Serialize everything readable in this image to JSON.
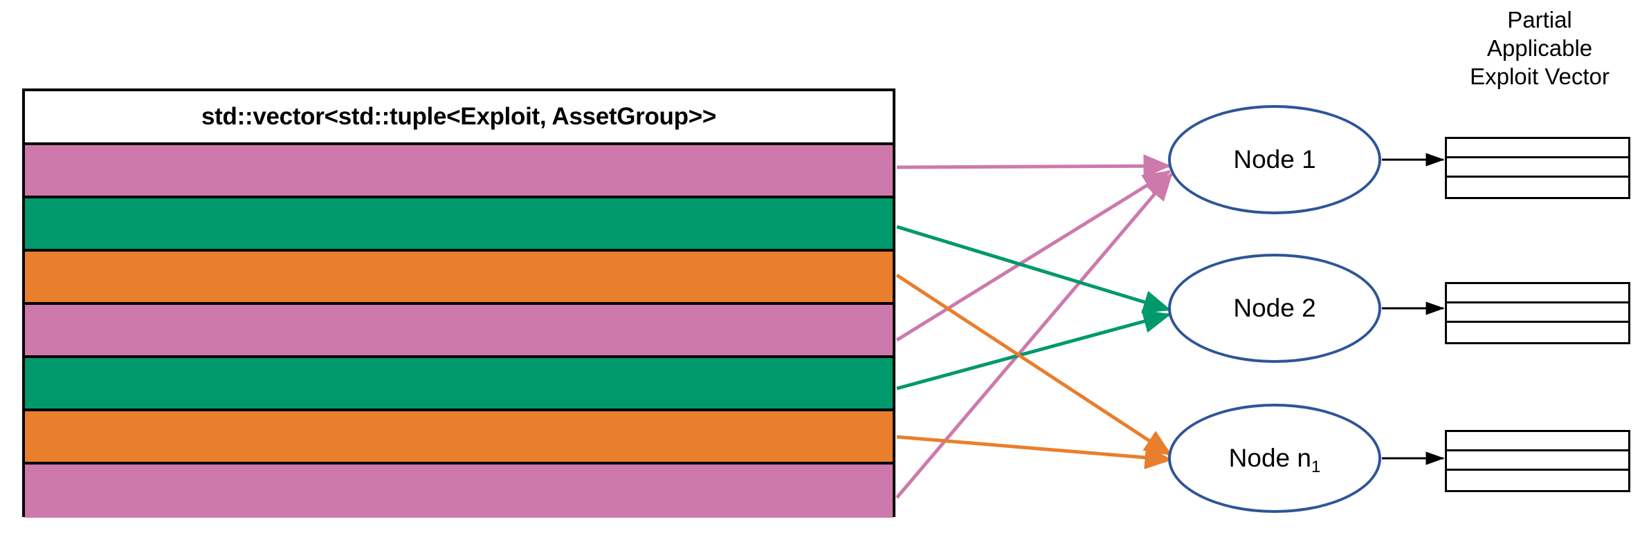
{
  "diagram": {
    "title_text": "std::vector<std::tuple<Exploit, AssetGroup>>",
    "vector_table": {
      "header_label": "std::vector<std::tuple<Exploit, AssetGroup>>",
      "rows": [
        {
          "index": 1,
          "color": "#CD79AC",
          "group": "pink",
          "target_node": "Node 1"
        },
        {
          "index": 2,
          "color": "#00996B",
          "group": "green",
          "target_node": "Node 2"
        },
        {
          "index": 3,
          "color": "#E97E2D",
          "group": "orange",
          "target_node": "Node n1"
        },
        {
          "index": 4,
          "color": "#CD79AC",
          "group": "pink",
          "target_node": "Node 1"
        },
        {
          "index": 5,
          "color": "#00996B",
          "group": "green",
          "target_node": "Node 2"
        },
        {
          "index": 6,
          "color": "#E97E2D",
          "group": "orange",
          "target_node": "Node n1"
        },
        {
          "index": 7,
          "color": "#CD79AC",
          "group": "pink",
          "target_node": "Node 1"
        }
      ]
    },
    "nodes": [
      {
        "id": "node-1",
        "label": "Node 1",
        "label_main": "Node 1",
        "subscript": ""
      },
      {
        "id": "node-2",
        "label": "Node 2",
        "label_main": "Node 2",
        "subscript": ""
      },
      {
        "id": "node-n1",
        "label": "Node n1",
        "label_main": "Node n",
        "subscript": "1"
      }
    ],
    "partial_vector": {
      "title_line_1": "Partial",
      "title_line_2": "Applicable",
      "title_line_3": "Exploit Vector",
      "cells_per_box": 3,
      "box_count": 3
    },
    "colors": {
      "pink": "#CD79AC",
      "green": "#00996B",
      "orange": "#E97E2D",
      "node_border": "#2E5597",
      "outline": "#000000",
      "background": "#FFFFFF"
    }
  }
}
